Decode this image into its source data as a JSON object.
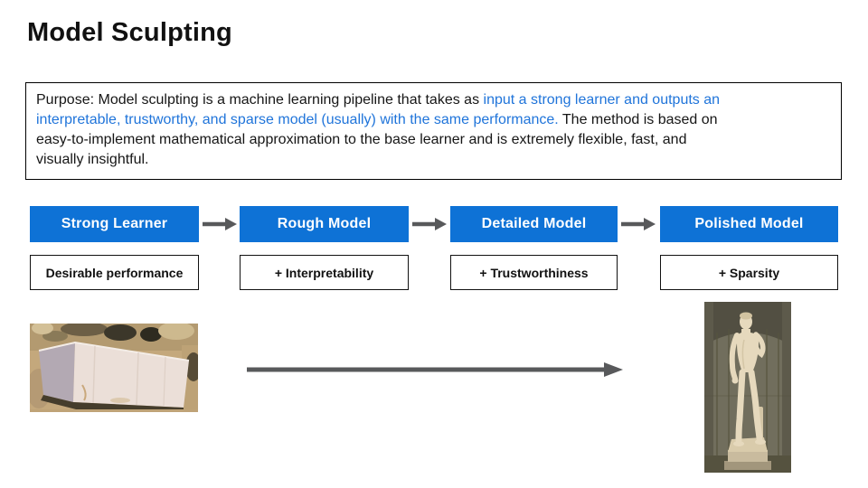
{
  "slide": {
    "title": "Model Sculpting"
  },
  "purpose": {
    "line1_black": "Purpose: Model sculpting is a machine learning pipeline that takes as ",
    "line1_blue": "input a strong learner and outputs an",
    "line2_blue": "interpretable, trustworthy, and sparse model (usually) with the same performance.",
    "line2_black": " The method is based on",
    "line3_black": "easy-to-implement mathematical approximation to the base learner and is extremely flexible, fast, and",
    "line4_black": "visually insightful."
  },
  "pipeline": {
    "stages": [
      {
        "label": "Strong Learner",
        "sublabel": "Desirable performance"
      },
      {
        "label": "Rough Model",
        "sublabel": "+ Interpretability"
      },
      {
        "label": "Detailed Model",
        "sublabel": "+ Trustworthiness"
      },
      {
        "label": "Polished Model",
        "sublabel": "+ Sparsity"
      }
    ]
  },
  "images": {
    "left": "raw-marble-block-photo",
    "right": "david-statue-photo"
  },
  "colors": {
    "stage_blue": "#0E72D6",
    "highlight_text_blue": "#1F74DA",
    "arrow_gray": "#58595B",
    "border_black": "#000000"
  }
}
